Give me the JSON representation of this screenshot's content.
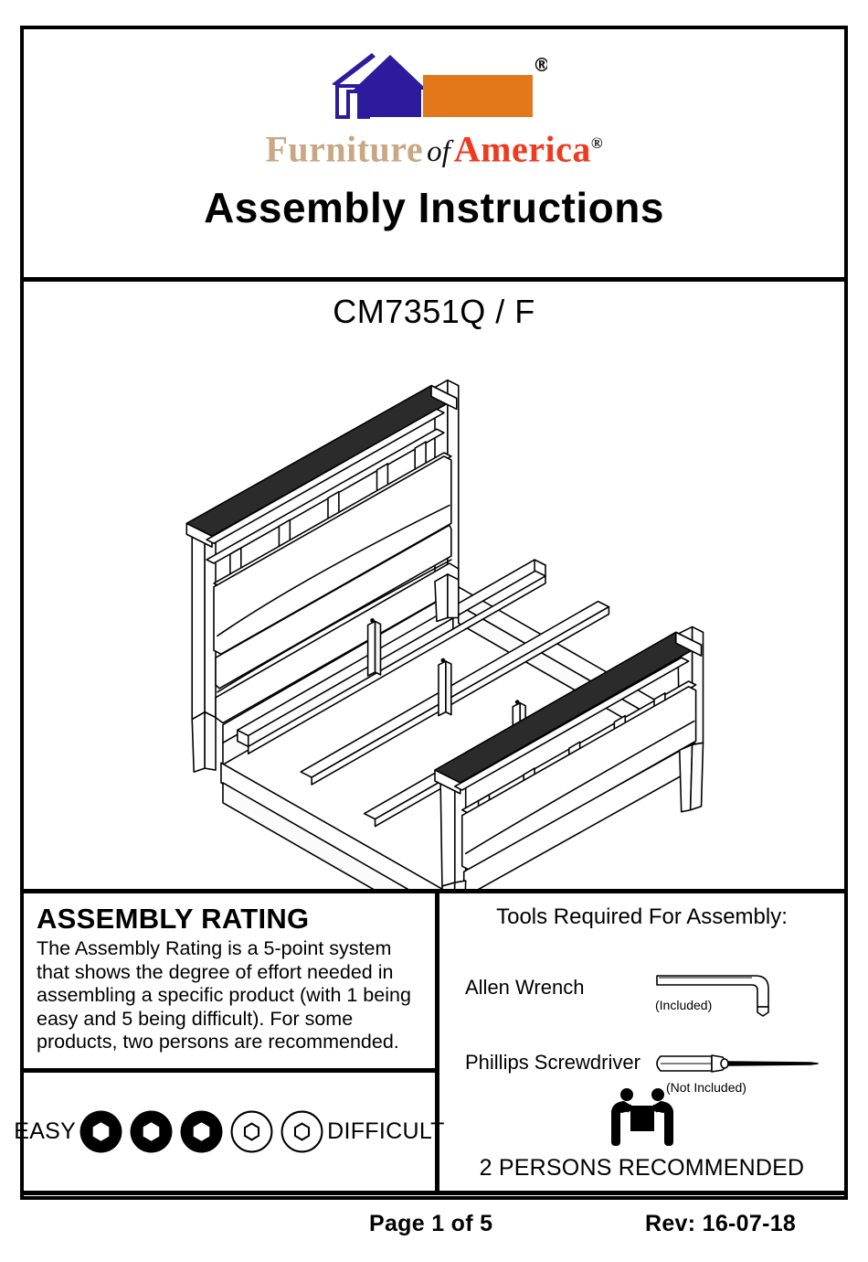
{
  "header": {
    "logo": {
      "house_icon": "house-logo-icon",
      "registered_mark": "®",
      "word_furniture": "Furniture",
      "word_of": "of",
      "word_america": "America",
      "word_registered": "®",
      "colors": {
        "house_blue": "#2e1a9c",
        "house_orange": "#e2781b",
        "furniture_tan": "#c8a882",
        "america_red": "#f03a20"
      }
    },
    "title": "Assembly  Instructions"
  },
  "model": {
    "number": "CM7351Q / F"
  },
  "illustration": {
    "caption": "bed-assembly-diagram"
  },
  "rating": {
    "title": "ASSEMBLY  RATING",
    "description": "The Assembly Rating is a 5-point system that shows the degree of effort needed in assembling a specific product (with 1 being easy and 5 being difficult).  For some products, two persons are recommended.",
    "scale_low_label": "EASY",
    "scale_high_label": "DIFFICULT",
    "total_points": 5,
    "filled_points": 3
  },
  "tools": {
    "title": "Tools Required For Assembly:",
    "items": [
      {
        "name": "Allen Wrench",
        "note": "(Included)",
        "icon": "allen-wrench-icon"
      },
      {
        "name": "Phillips Screwdriver",
        "note": "(Not Included)",
        "icon": "phillips-screwdriver-icon"
      }
    ],
    "persons": {
      "icon": "two-persons-lifting-icon",
      "label": "2 PERSONS RECOMMENDED"
    }
  },
  "footer": {
    "page": "Page 1 of  5",
    "revision": "Rev: 16-07-18"
  }
}
